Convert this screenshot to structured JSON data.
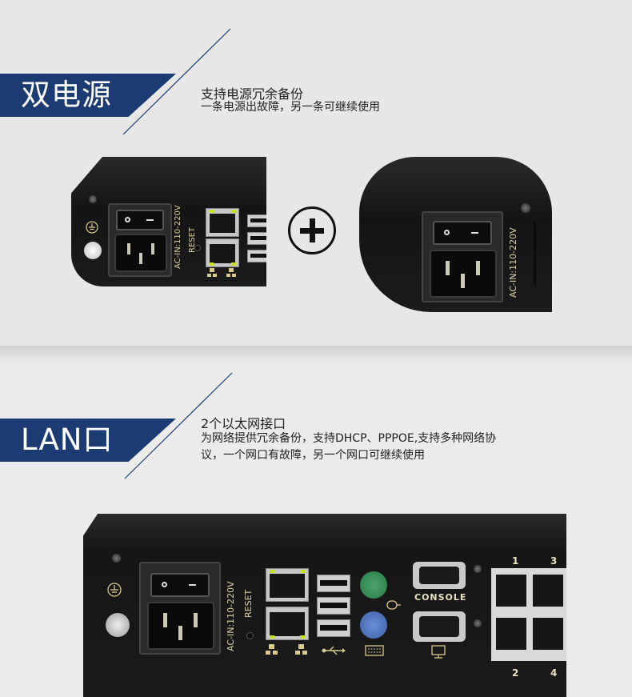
{
  "section1": {
    "label": "双电源",
    "title": "支持电源冗余备份",
    "description": "一条电源出故障，另一条可继续使用"
  },
  "section2": {
    "label": "LAN口",
    "title": "2个以太网接口",
    "description_line1": "为网络提供冗余备份，支持DHCP、PPPOE,支持多种网络协",
    "description_line2": "议，一个网口有故障，另一个网口可继续使用"
  },
  "panel_labels": {
    "ac_in": "AC-IN:110-220V",
    "reset": "RESET",
    "console": "CONSOLE",
    "port_1": "1",
    "port_2": "2",
    "port_3": "3",
    "port_4": "4"
  },
  "icons": [
    "plus-icon",
    "ground-icon",
    "network-icon",
    "usb-icon",
    "mouse-icon",
    "keyboard-icon",
    "monitor-icon"
  ],
  "colors": {
    "label_blue": "#1d3b73",
    "panel_dark": "#1b1b1b",
    "silk_text": "#d8c98d"
  }
}
